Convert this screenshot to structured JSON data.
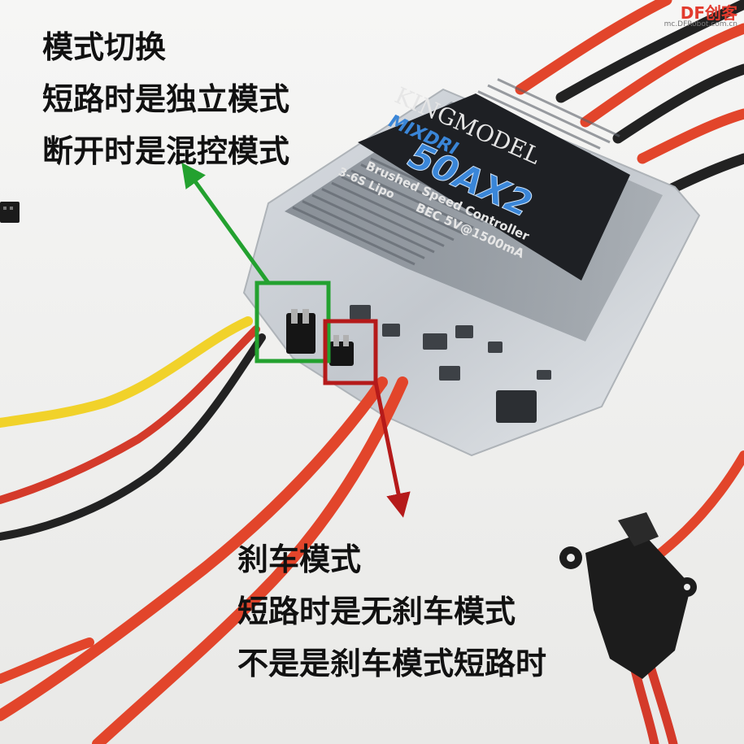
{
  "product": {
    "brand": "KINGMODEL",
    "series": "MIXDRI",
    "model": "50AX2",
    "type_line": "Brushed Speed Controller",
    "battery": "3-6S Lipo",
    "bec": "BEC 5V@1500mA"
  },
  "annotations": {
    "mode_switch": {
      "color": "#23a12f",
      "lines": [
        "模式切换",
        "短路时是独立模式",
        "断开时是混控模式"
      ]
    },
    "brake_mode": {
      "color": "#b51a1a",
      "lines": [
        "刹车模式",
        "短路时是无刹车模式",
        "不是是刹车模式短路时"
      ]
    }
  },
  "watermark": {
    "logo": "DF创客",
    "url": "mc.DFRobot.com.cn"
  },
  "colors": {
    "background": "#f2f2f1",
    "wire_red": "#e2452b",
    "wire_black": "#222222",
    "wire_yellow": "#f1d22a",
    "label_accent": "#3a86d8"
  }
}
